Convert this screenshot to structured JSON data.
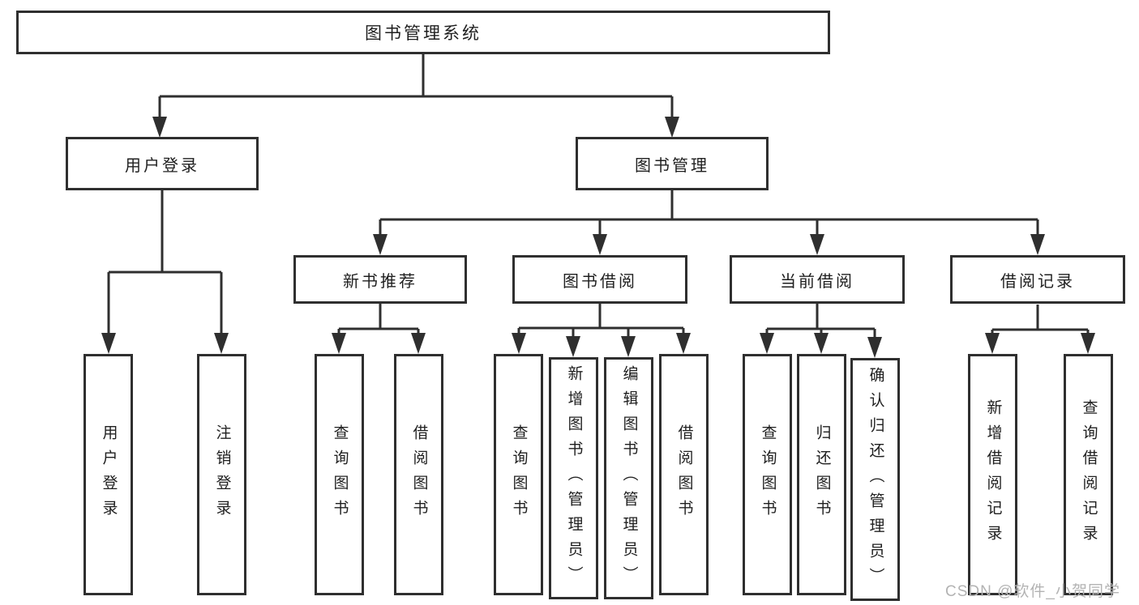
{
  "tree": {
    "label": "图书管理系统",
    "children": [
      {
        "label": "用户登录",
        "children": [
          {
            "label": "用户登录"
          },
          {
            "label": "注销登录"
          }
        ]
      },
      {
        "label": "图书管理",
        "children": [
          {
            "label": "新书推荐",
            "children": [
              {
                "label": "查询图书"
              },
              {
                "label": "借阅图书"
              }
            ]
          },
          {
            "label": "图书借阅",
            "children": [
              {
                "label": "查询图书"
              },
              {
                "label": "新增图书（管理员）"
              },
              {
                "label": "编辑图书（管理员）"
              },
              {
                "label": "借阅图书"
              }
            ]
          },
          {
            "label": "当前借阅",
            "children": [
              {
                "label": "查询图书"
              },
              {
                "label": "归还图书"
              },
              {
                "label": "确认归还（管理员）"
              }
            ]
          },
          {
            "label": "借阅记录",
            "children": [
              {
                "label": "新增借阅记录"
              },
              {
                "label": "查询借阅记录"
              }
            ]
          }
        ]
      }
    ]
  },
  "watermark": {
    "text": "CSDN @软件_小贺同学"
  },
  "colors": {
    "line": "#2f2f2f",
    "border": "#2f2f2f",
    "text": "#1f1f1f",
    "watermark": "#b3b3b3",
    "background": "#ffffff"
  }
}
